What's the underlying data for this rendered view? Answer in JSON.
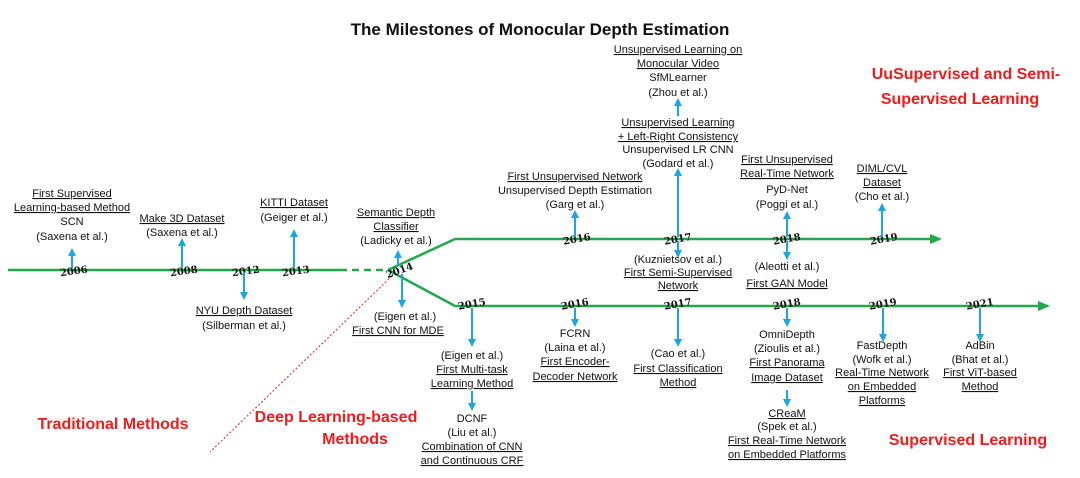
{
  "title": "The Milestones of Monocular Depth Estimation",
  "colors": {
    "timeline": "#21a84a",
    "arrow": "#1ba6e0",
    "label_red": "#ee1c1c",
    "divider": "#e02020"
  },
  "regions": {
    "unsupervised": [
      "UuSupervised and Semi-",
      "Supervised Learning"
    ],
    "traditional": "Traditional Methods",
    "deep": [
      "Deep Learning-based",
      "Methods"
    ],
    "supervised": "Supervised Learning"
  },
  "years": {
    "y2006": "2006",
    "y2008": "2008",
    "y2012": "2012",
    "y2013": "2013",
    "y2014": "2014",
    "u2016": "2016",
    "u2017": "2017",
    "u2018": "2018",
    "u2019": "2019",
    "s2015": "2015",
    "s2016": "2016",
    "s2017": "2017",
    "s2018": "2018",
    "s2019": "2019",
    "s2021": "2021"
  },
  "events": {
    "scn": [
      "First Supervised",
      "Learning-based Method",
      "SCN",
      "(Saxena et al.)"
    ],
    "make3d": [
      "Make 3D Dataset",
      "(Saxena et al.)"
    ],
    "nyu": [
      "NYU Depth Dataset",
      "(Silberman et al.)"
    ],
    "kitti": [
      "KITTI Dataset",
      "(Geiger et al.)"
    ],
    "semantic": [
      "Semantic Depth",
      "Classifier",
      "(Ladicky et al.)"
    ],
    "eigen": [
      "(Eigen et al.)",
      "First CNN for MDE"
    ],
    "garg": [
      "First Unsupervised Network",
      "Unsupervised Depth Estimation",
      "(Garg et al.)"
    ],
    "sfm": [
      "Unsupervised Learning on",
      "Monocular Video",
      "SfMLearner",
      "(Zhou et al.)"
    ],
    "godard": [
      "Unsupervised Learning",
      "+ Left-Right Consistency",
      "Unsupervised LR CNN",
      "(Godard et al.)"
    ],
    "kuznietsov": [
      "(Kuznietsov et al.)",
      "First Semi-Supervised",
      "Network"
    ],
    "pydnet": [
      "First Unsupervised",
      "Real-Time Network",
      "PyD-Net",
      "(Poggi et al.)"
    ],
    "aleotti": [
      "(Aleotti et al.)",
      "First GAN Model"
    ],
    "diml": [
      "DIML/CVL",
      "Dataset",
      "(Cho et al.)"
    ],
    "eigen2": [
      "(Eigen et al.)",
      "First Multi-task",
      "Learning Method"
    ],
    "dcnf": [
      "DCNF",
      "(Liu et al.)",
      "Combination of CNN",
      "and Continuous CRF"
    ],
    "fcrn": [
      "FCRN",
      "(Laina et al.)",
      "First Encoder-",
      "Decoder Network"
    ],
    "cao": [
      "(Cao et al.)",
      "First Classification",
      "Method"
    ],
    "omni": [
      "OmniDepth",
      "(Zioulis et al.)",
      "First Panorama",
      "Image Dataset"
    ],
    "cream": [
      "CReaM",
      "(Spek et al.)",
      "First Real-Time Network",
      "on Embedded Platforms"
    ],
    "fastdepth": [
      "FastDepth",
      "(Wofk et al.)",
      "Real-Time Network",
      "on Embedded",
      "Platforms"
    ],
    "adabin": [
      "AdBin",
      "(Bhat et al.)",
      "First ViT-based",
      "Method"
    ]
  }
}
